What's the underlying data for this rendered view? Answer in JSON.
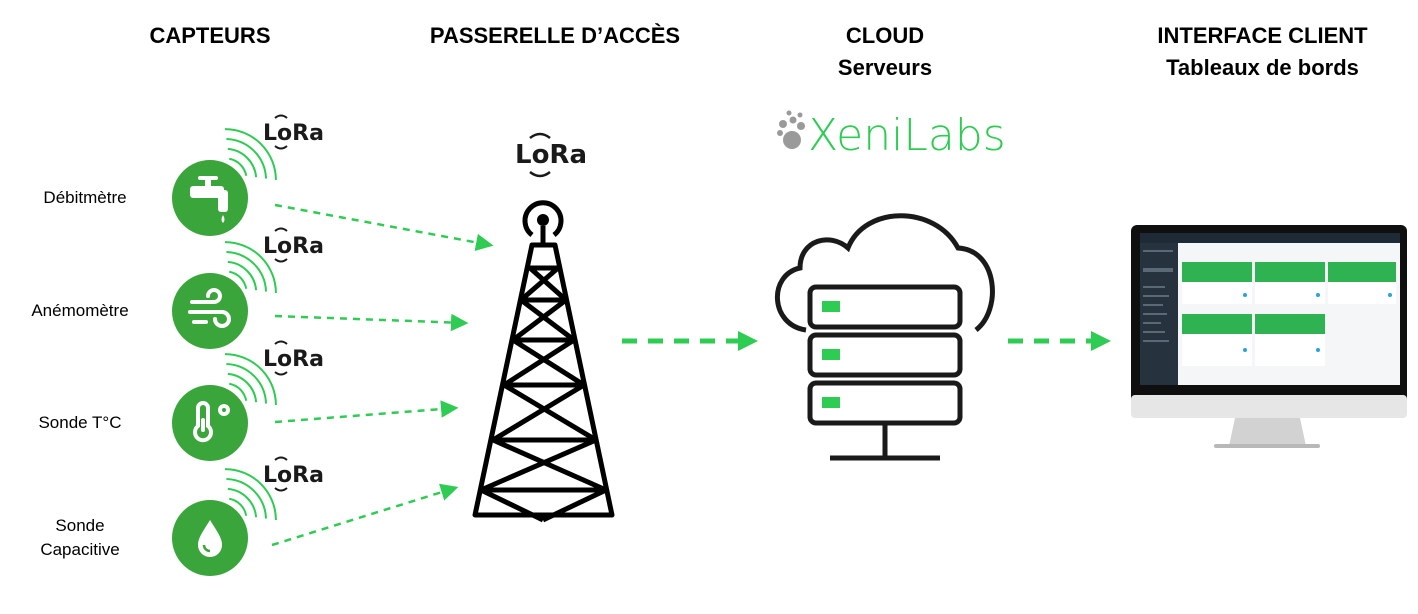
{
  "headers": {
    "sensors": "CAPTEURS",
    "gateway": "PASSERELLE D’ACCÈS",
    "cloud_line1": "CLOUD",
    "cloud_line2": "Serveurs",
    "client_line1": "INTERFACE CLIENT",
    "client_line2": "Tableaux de bords"
  },
  "sensors": [
    {
      "label": "Débitmètre",
      "icon": "faucet-icon"
    },
    {
      "label": "Anémomètre",
      "icon": "wind-icon"
    },
    {
      "label": "Sonde T°C",
      "icon": "thermometer-icon"
    },
    {
      "label_line1": "Sonde",
      "label_line2": "Capacitive",
      "icon": "water-drop-icon"
    }
  ],
  "lora_text": "LoRa",
  "brand": "XeniLabs",
  "colors": {
    "accent": "#3aa53a",
    "arrow": "#2ecc52",
    "dark": "#1a1a1a"
  }
}
